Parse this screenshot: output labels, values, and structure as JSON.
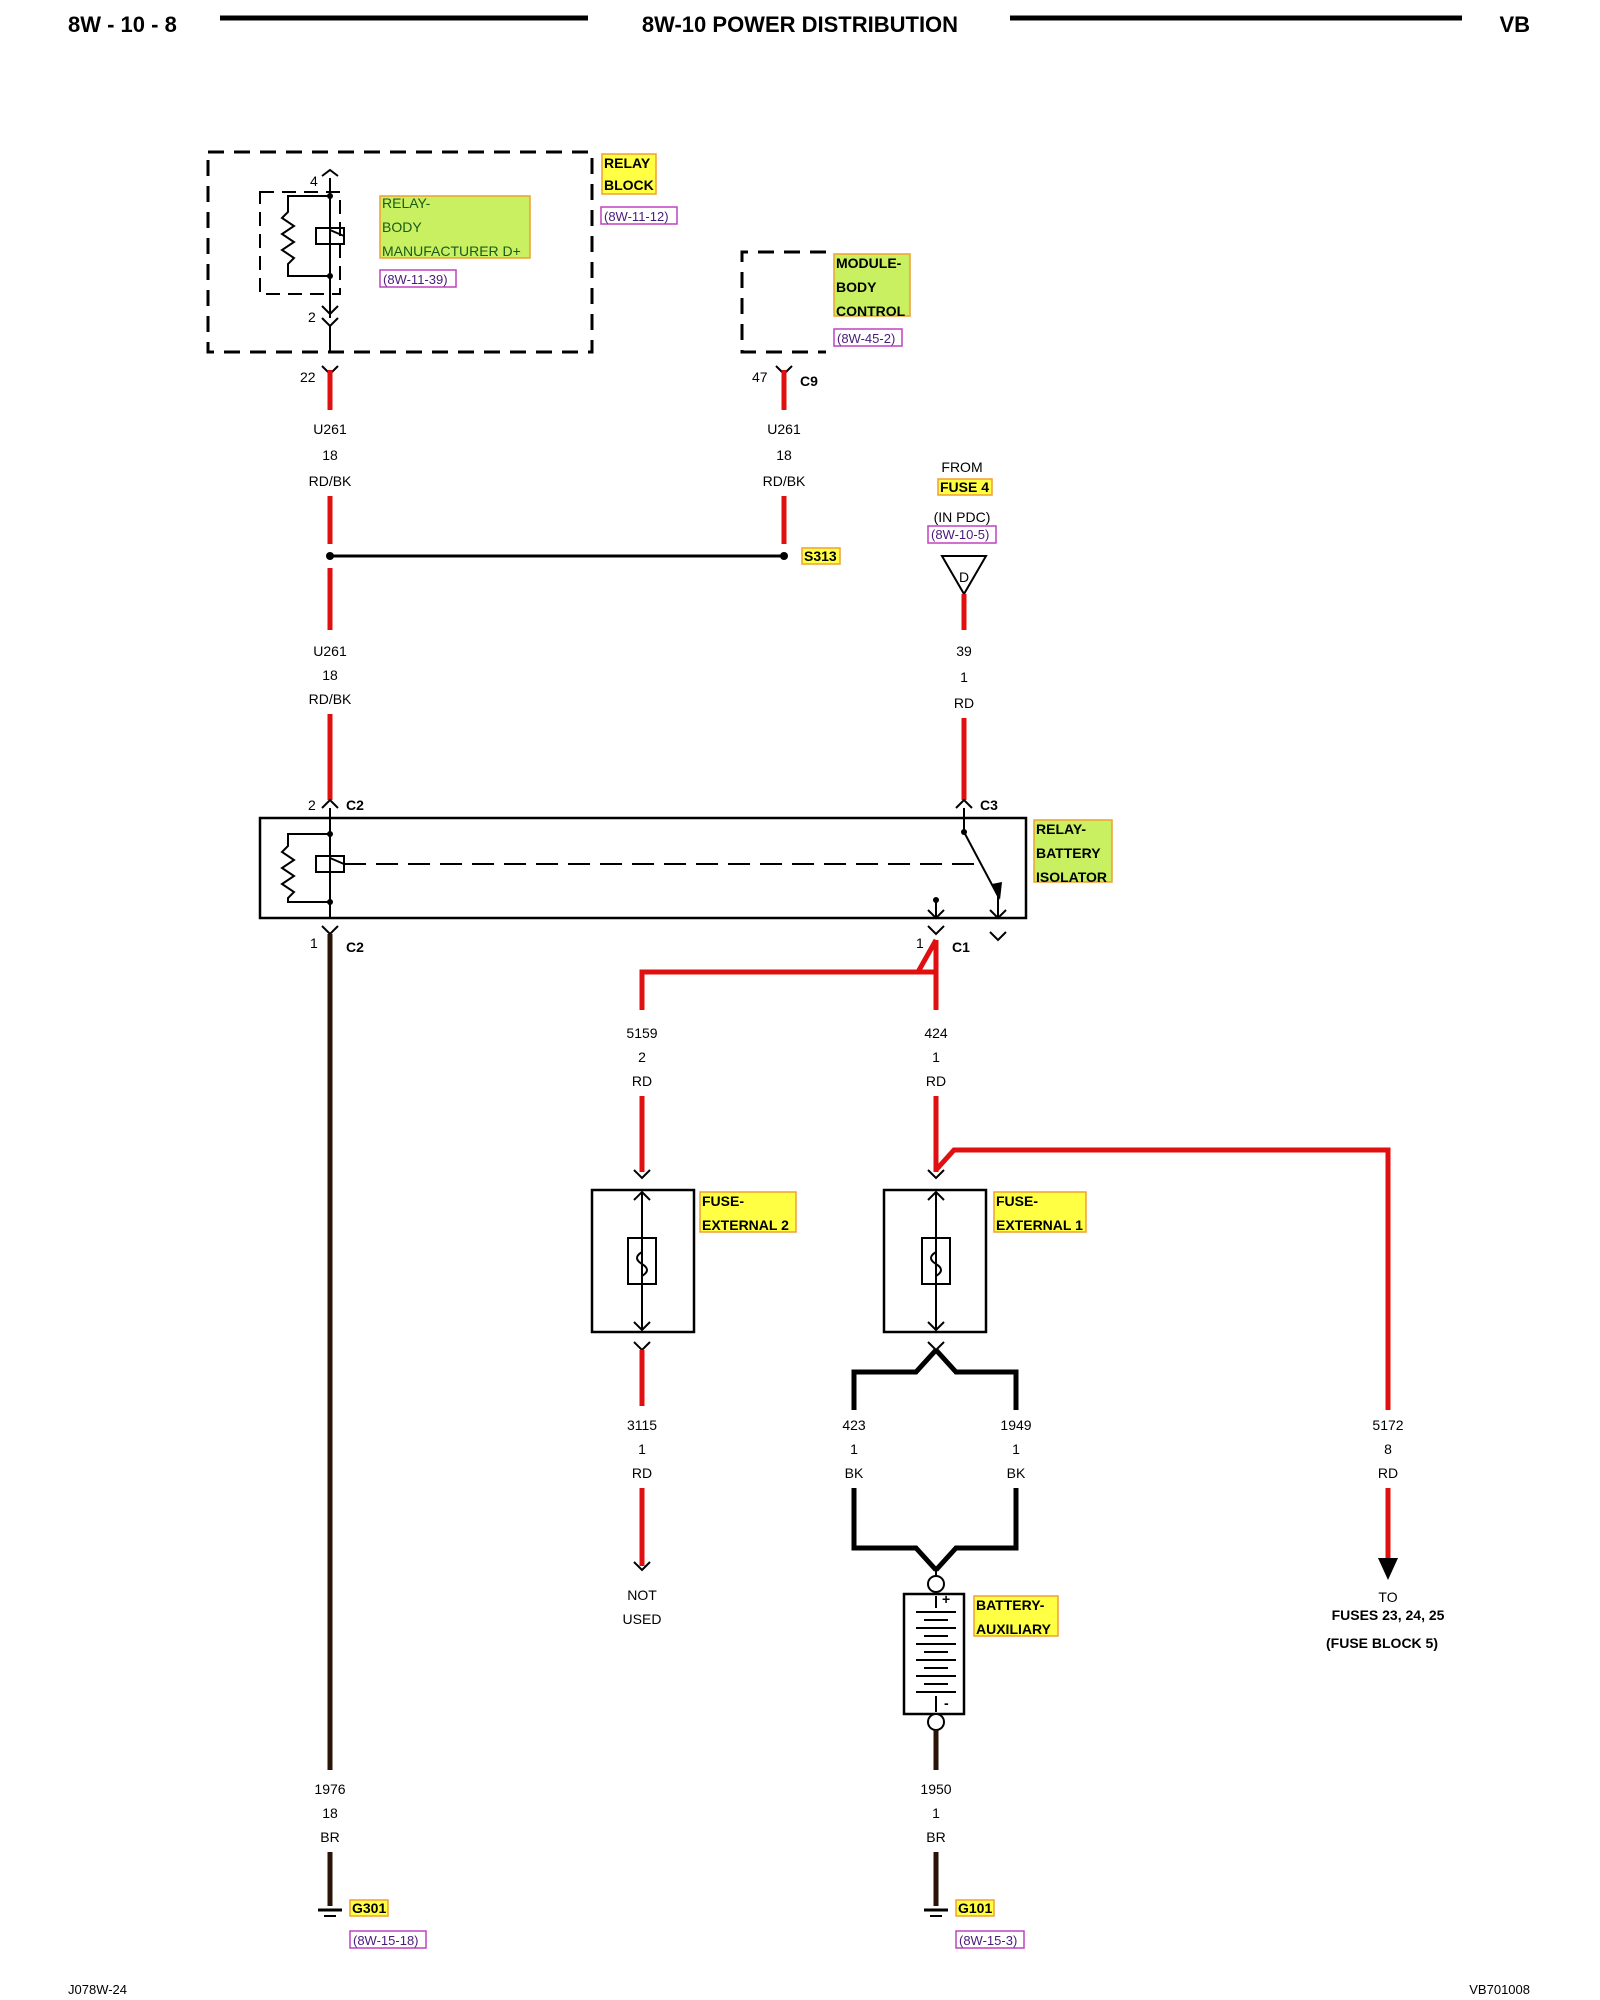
{
  "header": {
    "left": "8W - 10 - 8",
    "center": "8W-10 POWER DISTRIBUTION",
    "right": "VB"
  },
  "footer": {
    "left": "J078W-24",
    "right": "VB701008"
  },
  "relay_block": {
    "title_line1": "RELAY",
    "title_line2": "BLOCK",
    "ref": "(8W-11-12)",
    "relay_line1": "RELAY-",
    "relay_line2": "BODY",
    "relay_line3": "MANUFACTURER D+",
    "relay_ref": "(8W-11-39)",
    "pin_top": "4",
    "pin_bottom": "2",
    "cavity": "22"
  },
  "module": {
    "line1": "MODULE-",
    "line2": "BODY",
    "line3": "CONTROL",
    "ref": "(8W-45-2)",
    "cavity": "47",
    "connector": "C9"
  },
  "wire_u261_a": {
    "circuit": "U261",
    "gauge": "18",
    "color": "RD/BK"
  },
  "wire_u261_b": {
    "circuit": "U261",
    "gauge": "18",
    "color": "RD/BK"
  },
  "wire_u261_c": {
    "circuit": "U261",
    "gauge": "18",
    "color": "RD/BK"
  },
  "splice": "S313",
  "fuse4": {
    "from": "FROM",
    "name": "FUSE 4",
    "where": "(IN PDC)",
    "ref": "(8W-10-5)",
    "connector_letter": "D"
  },
  "wire_39": {
    "circuit": "39",
    "gauge": "1",
    "color": "RD"
  },
  "isolator": {
    "line1": "RELAY-",
    "line2": "BATTERY",
    "line3": "ISOLATOR",
    "pin_in": "2",
    "conn_in": "C2",
    "conn_c3": "C3",
    "pin_out": "1",
    "conn_out": "C2",
    "pin_c1": "1",
    "conn_c1": "C1"
  },
  "wire_5159": {
    "circuit": "5159",
    "gauge": "2",
    "color": "RD"
  },
  "wire_424": {
    "circuit": "424",
    "gauge": "1",
    "color": "RD"
  },
  "fuse_ext2": {
    "line1": "FUSE-",
    "line2": "EXTERNAL 2"
  },
  "fuse_ext1": {
    "line1": "FUSE-",
    "line2": "EXTERNAL 1"
  },
  "wire_3115": {
    "circuit": "3115",
    "gauge": "1",
    "color": "RD"
  },
  "not_used": {
    "line1": "NOT",
    "line2": "USED"
  },
  "wire_423": {
    "circuit": "423",
    "gauge": "1",
    "color": "BK"
  },
  "wire_1949": {
    "circuit": "1949",
    "gauge": "1",
    "color": "BK"
  },
  "wire_5172": {
    "circuit": "5172",
    "gauge": "8",
    "color": "RD"
  },
  "to_fuses": {
    "line1": "TO",
    "line2": "FUSES 23, 24, 25",
    "line3": "(FUSE BLOCK 5)"
  },
  "battery": {
    "line1": "BATTERY-",
    "line2": "AUXILIARY",
    "plus": "+",
    "minus": "-"
  },
  "wire_1976": {
    "circuit": "1976",
    "gauge": "18",
    "color": "BR"
  },
  "wire_1950": {
    "circuit": "1950",
    "gauge": "1",
    "color": "BR"
  },
  "ground_g301": {
    "name": "G301",
    "ref": "(8W-15-18)"
  },
  "ground_g101": {
    "name": "G101",
    "ref": "(8W-15-3)"
  },
  "colors": {
    "red_wire": "#e01010",
    "black_wire": "#000000",
    "brown_wire": "#2a1408",
    "highlight_yellow": "#ffff44",
    "highlight_green": "#c8f060"
  }
}
